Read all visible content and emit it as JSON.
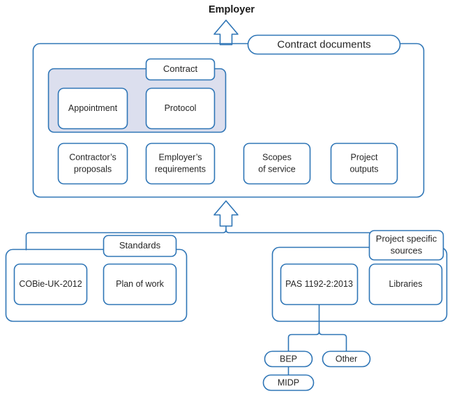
{
  "diagram": {
    "title": "Employer",
    "stroke_color": "#2e75b6",
    "shaded_fill": "#dcdfee",
    "text_color": "#262626",
    "background": "#ffffff",
    "top_label": "Contract documents",
    "contract_group": {
      "label": "Contract",
      "children": [
        {
          "label": "Appointment"
        },
        {
          "label": "Protocol"
        }
      ]
    },
    "contract_documents_items": [
      {
        "label_line1": "Contractor’s",
        "label_line2": "proposals"
      },
      {
        "label_line1": "Employer’s",
        "label_line2": "requirements"
      },
      {
        "label_line1": "Scopes",
        "label_line2": "of service"
      },
      {
        "label_line1": "Project",
        "label_line2": "outputs"
      }
    ],
    "sources": [
      {
        "label": "Standards",
        "label_line1": "Standards",
        "label_line2": "",
        "children": [
          {
            "label": "COBie-UK-2012"
          },
          {
            "label": "Plan of work"
          }
        ]
      },
      {
        "label": "Project specific sources",
        "label_line1": "Project specific",
        "label_line2": "sources",
        "children": [
          {
            "label": "PAS 1192-2:2013"
          },
          {
            "label": "Libraries"
          }
        ]
      }
    ],
    "pas_children": [
      {
        "label": "BEP"
      },
      {
        "label": "Other"
      }
    ],
    "bep_child": {
      "label": "MIDP"
    }
  }
}
